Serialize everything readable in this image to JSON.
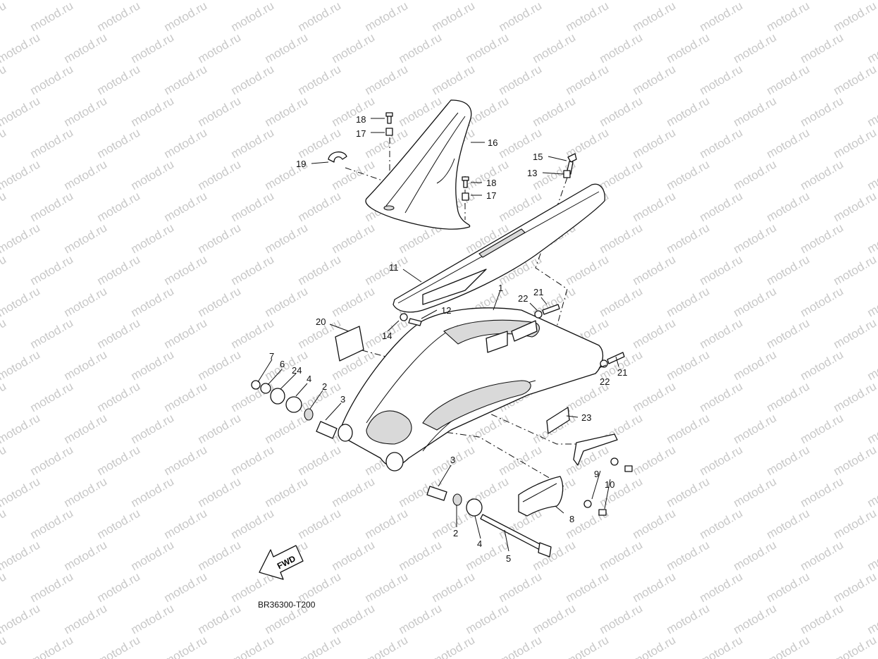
{
  "watermark": "motod.ru",
  "figure_id": "BR36300-T200",
  "fwd_label": "FWD",
  "callouts": {
    "c1": "1",
    "c2a": "2",
    "c2b": "2",
    "c3a": "3",
    "c3b": "3",
    "c4a": "4",
    "c4b": "4",
    "c5": "5",
    "c6": "6",
    "c7": "7",
    "c8": "8",
    "c9": "9",
    "c10": "10",
    "c11": "11",
    "c12": "12",
    "c13": "13",
    "c14": "14",
    "c15": "15",
    "c16": "16",
    "c17a": "17",
    "c17b": "17",
    "c18a": "18",
    "c18b": "18",
    "c19": "19",
    "c20": "20",
    "c21a": "21",
    "c21b": "21",
    "c22a": "22",
    "c22b": "22",
    "c23": "23",
    "c24": "24"
  }
}
